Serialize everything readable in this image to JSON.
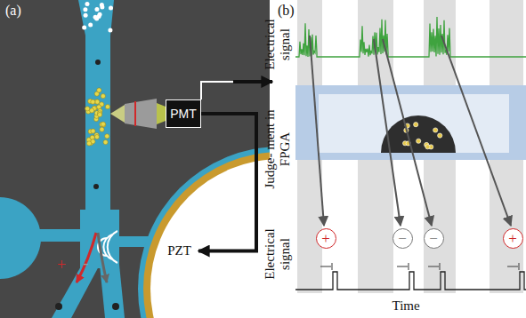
{
  "diagram": {
    "nodes": [
      {
        "text": [
          "PMT"
        ]
      },
      {
        "text": [
          "PZT"
        ]
      },
      {
        "text": [
          "+"
        ]
      },
      {
        "text": [
          "−"
        ]
      },
      {
        "text": [
          "−"
        ]
      },
      {
        "text": [
          "+"
        ]
      }
    ],
    "edges": [
      {
        "from": 0,
        "to": 1,
        "arrow": "to"
      }
    ],
    "labels": [
      "(a)",
      "(b)",
      "+",
      "-",
      "Electrical signal",
      "Judge- ment in FPGA",
      "Electrical signal",
      "Time"
    ]
  }
}
